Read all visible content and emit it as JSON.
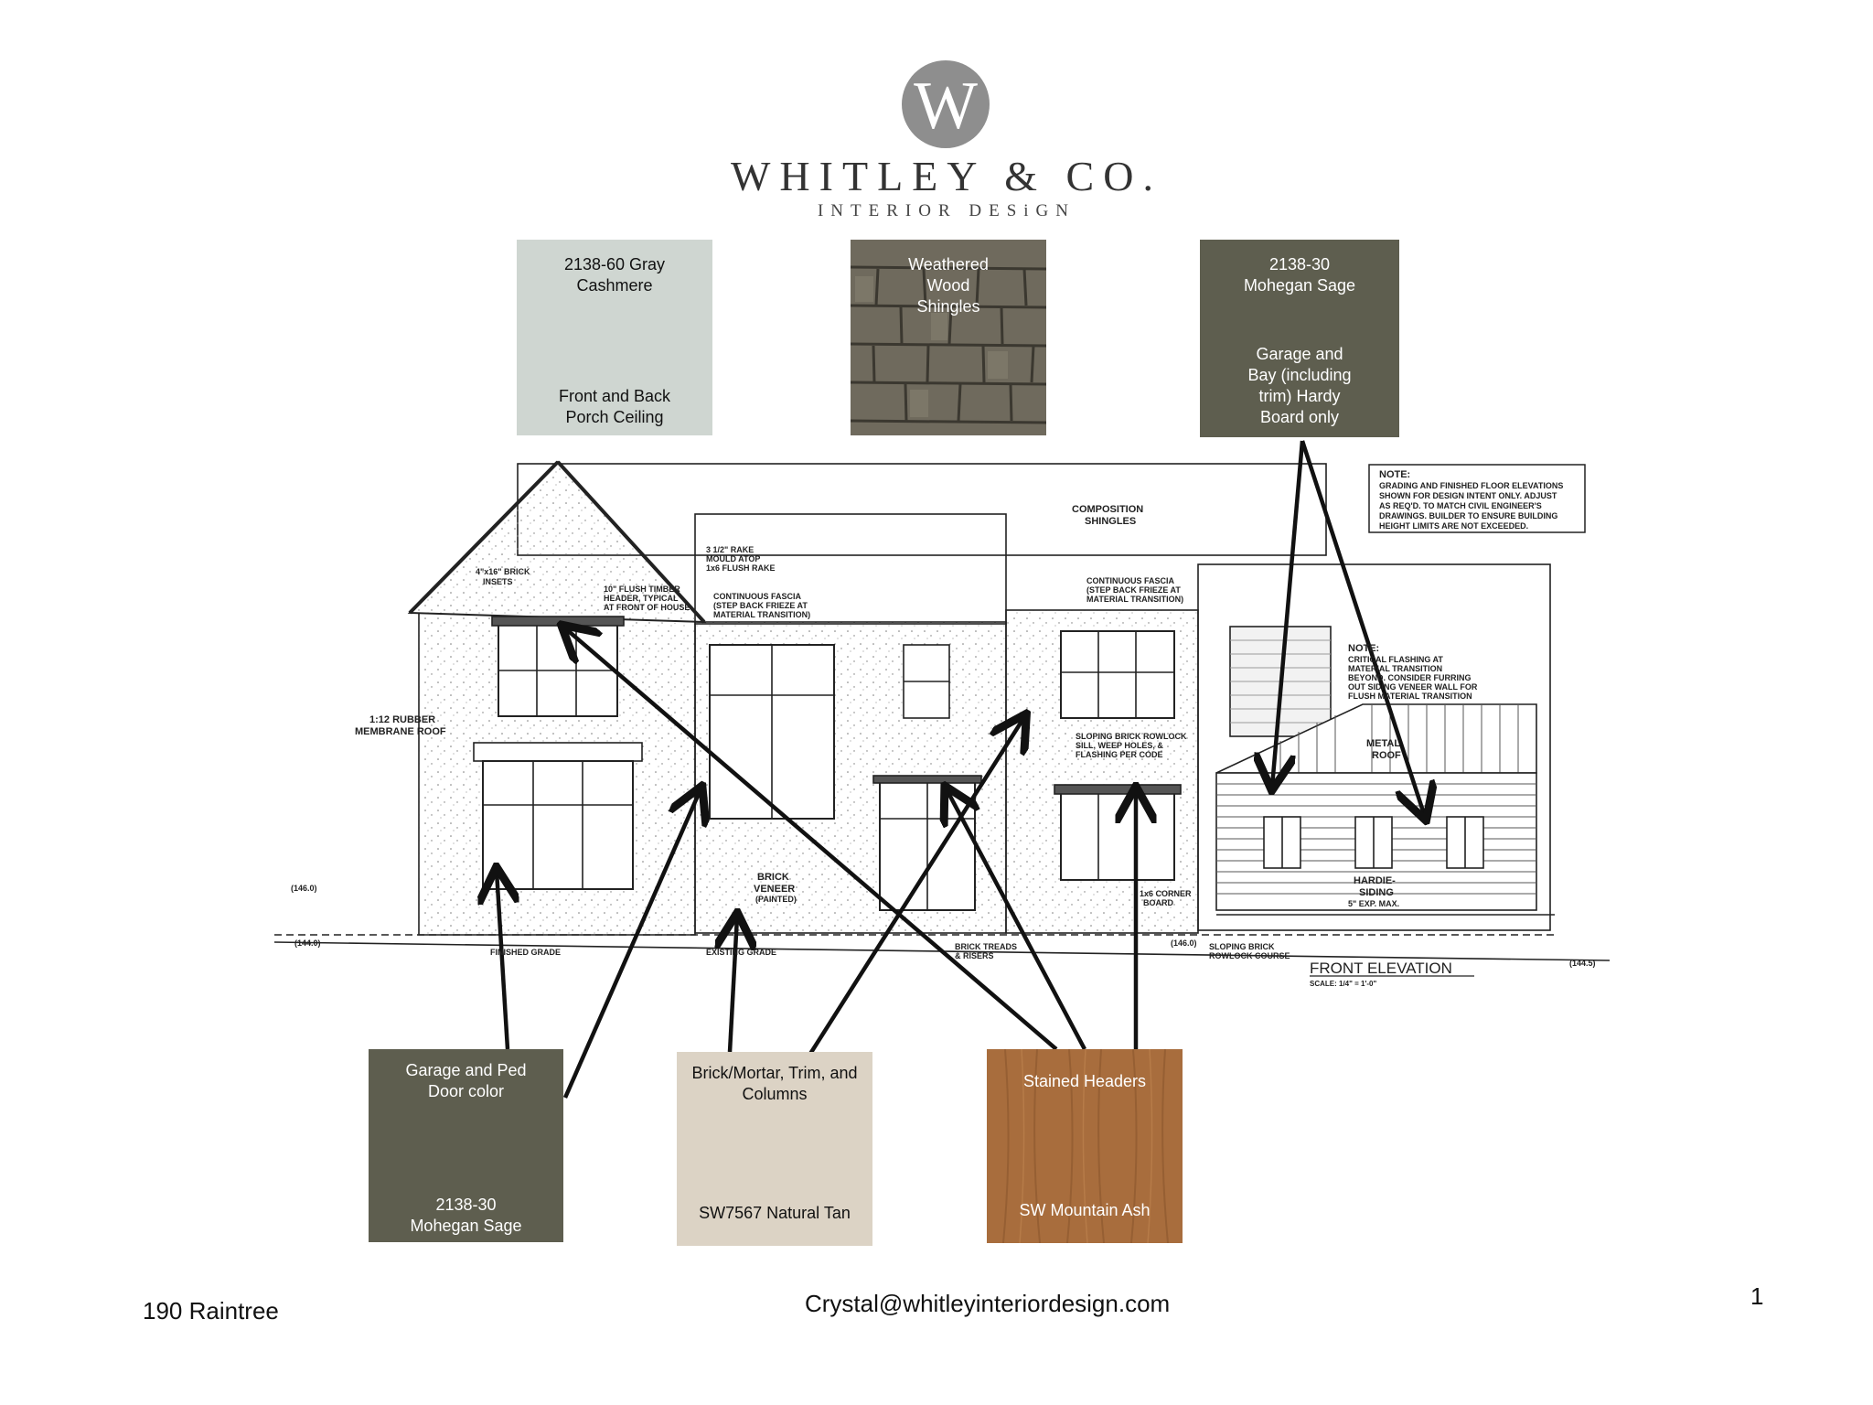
{
  "brand": {
    "logo_letter": "W",
    "name": "WHITLEY & CO.",
    "subtitle": "INTERIOR DESiGN"
  },
  "swatches": {
    "gray_cashmere": {
      "line1": "2138-60 Gray",
      "line2": "Cashmere",
      "use1": "Front and Back",
      "use2": "Porch Ceiling",
      "color": "#cfd6d1"
    },
    "shingles": {
      "line1": "Weathered",
      "line2": "Wood",
      "line3": "Shingles",
      "color": "#6f6a5d"
    },
    "sage_top": {
      "line1": "2138-30",
      "line2": "Mohegan Sage",
      "use1": "Garage and",
      "use2": "Bay (including",
      "use3": "trim) Hardy",
      "use4": "Board only",
      "color": "#5e5e4f"
    },
    "sage_bottom": {
      "use1": "Garage and Ped",
      "use2": "Door color",
      "line1": "2138-30",
      "line2": "Mohegan Sage",
      "color": "#5e5e4f"
    },
    "natural_tan": {
      "use1": "Brick/Mortar, Trim, and",
      "use2": "Columns",
      "line1": "SW7567 Natural Tan",
      "color": "#dcd3c5"
    },
    "mountain_ash": {
      "use1": "Stained Headers",
      "line1": "SW Mountain Ash",
      "color": "#a86d3d"
    }
  },
  "drawing": {
    "labels": {
      "composition": "COMPOSITION",
      "shingles": "SHINGLES",
      "note_title": "NOTE:",
      "note_1": "GRADING AND FINISHED FLOOR ELEVATIONS",
      "note_2": "SHOWN FOR DESIGN INTENT ONLY. ADJUST",
      "note_3": "AS REQ'D. TO MATCH CIVIL ENGINEER'S",
      "note_4": "DRAWINGS. BUILDER TO ENSURE BUILDING",
      "note_5": "HEIGHT LIMITS ARE NOT EXCEEDED.",
      "brick_insets_1": "4\"x16\" BRICK",
      "brick_insets_2": "INSETS",
      "timber_1": "10\" FLUSH TIMBER",
      "timber_2": "HEADER, TYPICAL",
      "timber_3": "AT FRONT OF HOUSE",
      "rake_1": "3 1/2\" RAKE",
      "rake_2": "MOULD ATOP",
      "rake_3": "1x6 FLUSH RAKE",
      "fascia_a1": "CONTINUOUS FASCIA",
      "fascia_a2": "(STEP BACK FRIEZE AT",
      "fascia_a3": "MATERIAL TRANSITION)",
      "fascia_b1": "CONTINUOUS FASCIA",
      "fascia_b2": "(STEP BACK FRIEZE AT",
      "fascia_b3": "MATERIAL TRANSITION)",
      "note2_title": "NOTE:",
      "note2_1": "CRITICAL FLASHING AT",
      "note2_2": "MATERIAL TRANSITION",
      "note2_3": "BEYOND. CONSIDER FURRING",
      "note2_4": "OUT SIDING VENEER WALL FOR",
      "note2_5": "FLUSH MATERIAL TRANSITION",
      "rubber_1": "1:12 RUBBER",
      "rubber_2": "MEMBRANE ROOF",
      "rowlock_1": "SLOPING BRICK ROWLOCK",
      "rowlock_2": "SILL, WEEP HOLES, &",
      "rowlock_3": "FLASHING PER CODE",
      "metal_1": "METAL",
      "metal_2": "ROOF",
      "veneer_1": "BRICK",
      "veneer_2": "VENEER",
      "veneer_3": "(PAINTED)",
      "corner_1": "1x6 CORNER",
      "corner_2": "BOARD",
      "hardie_1": "HARDIE-",
      "hardie_2": "SIDING",
      "hardie_3": "5\" EXP. MAX.",
      "finished_grade": "FINISHED GRADE",
      "existing_grade": "EXISTING GRADE",
      "treads_1": "BRICK TREADS",
      "treads_2": "& RISERS",
      "rowlock_course_1": "SLOPING BRICK",
      "rowlock_course_2": "ROWLOCK COURSE",
      "elev_a": "(146.0)",
      "elev_b": "(144.0)",
      "elev_c": "(146.0)",
      "elev_d": "(144.5)",
      "title": "FRONT ELEVATION",
      "scale": "SCALE: 1/4\" = 1'-0\""
    }
  },
  "footer": {
    "address": "190 Raintree",
    "email": "Crystal@whitleyinteriordesign.com",
    "page": "1"
  }
}
